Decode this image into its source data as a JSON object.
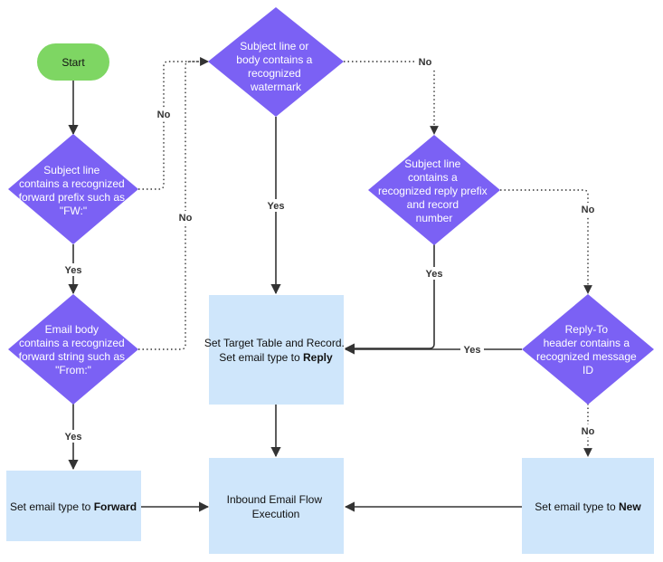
{
  "colors": {
    "start": "#7ed663",
    "decision": "#7b61f4",
    "process": "#cfe6fb",
    "line": "#333333",
    "decision_text": "#ffffff",
    "process_text": "#111111"
  },
  "nodes": {
    "start": {
      "label": "Start"
    },
    "d_forward_prefix": {
      "lines": [
        "Subject line",
        "contains a recognized",
        "forward prefix such as",
        "\"FW:\""
      ]
    },
    "d_forward_string": {
      "lines": [
        "Email body",
        "contains a recognized",
        "forward string such as",
        "\"From:\""
      ]
    },
    "d_watermark": {
      "lines": [
        "Subject line or",
        "body contains a",
        "recognized",
        "watermark"
      ]
    },
    "d_reply_prefix": {
      "lines": [
        "Subject line",
        "contains a",
        "recognized reply prefix",
        "and record",
        "number"
      ]
    },
    "d_reply_to": {
      "lines": [
        "Reply-To",
        "header contains a",
        "recognized message",
        "ID"
      ]
    },
    "p_reply": {
      "line1": "Set Target Table and Record.",
      "line2_prefix": "Set email type to ",
      "line2_bold": "Reply"
    },
    "p_forward": {
      "prefix": "Set email type to ",
      "bold": "Forward"
    },
    "p_new": {
      "prefix": "Set email type to ",
      "bold": "New"
    },
    "p_inbound": {
      "lines": [
        "Inbound Email Flow",
        "Execution"
      ]
    }
  },
  "edge_labels": {
    "yes": "Yes",
    "no": "No"
  }
}
